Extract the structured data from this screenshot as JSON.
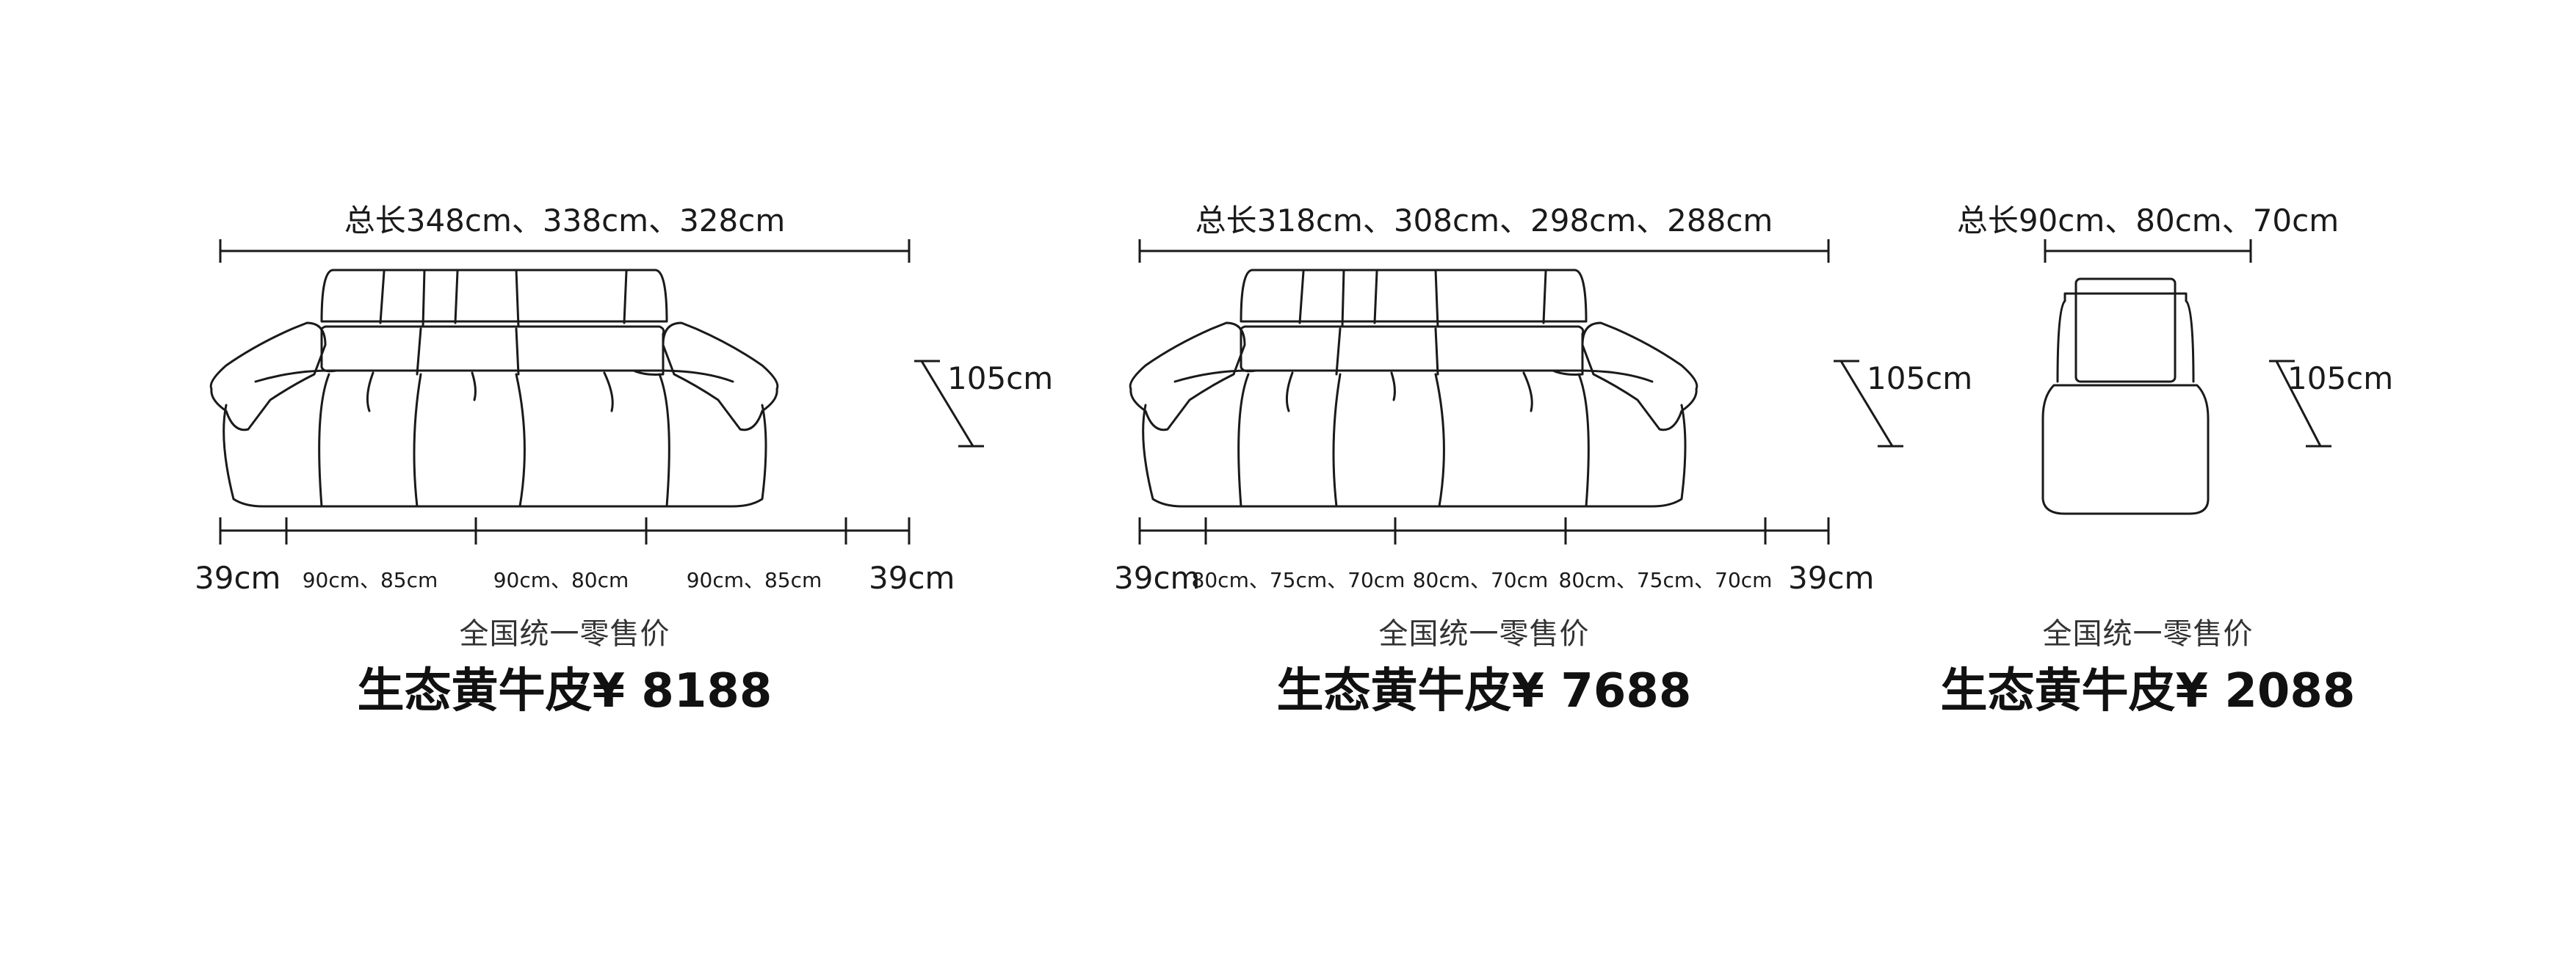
{
  "products": [
    {
      "id": "sofa-3-seat-large",
      "total_length_label": "总长348cm、338cm、328cm",
      "height_label": "105cm",
      "armrest_left_label": "39cm",
      "armrest_right_label": "39cm",
      "seat_labels": [
        "90cm、85cm",
        "90cm、80cm",
        "90cm、85cm"
      ],
      "retail_label": "全国统一零售价",
      "price_label": "生态黄牛皮¥ 8188"
    },
    {
      "id": "sofa-3-seat-small",
      "total_length_label": "总长318cm、308cm、298cm、288cm",
      "height_label": "105cm",
      "armrest_left_label": "39cm",
      "armrest_right_label": "39cm",
      "seat_labels": [
        "80cm、75cm、70cm",
        "80cm、70cm",
        "80cm、75cm、70cm"
      ],
      "retail_label": "全国统一零售价",
      "price_label": "生态黄牛皮¥ 7688"
    },
    {
      "id": "single-seat",
      "total_length_label": "总长90cm、80cm、70cm",
      "height_label": "105cm",
      "retail_label": "全国统一零售价",
      "price_label": "生态黄牛皮¥ 2088"
    }
  ]
}
